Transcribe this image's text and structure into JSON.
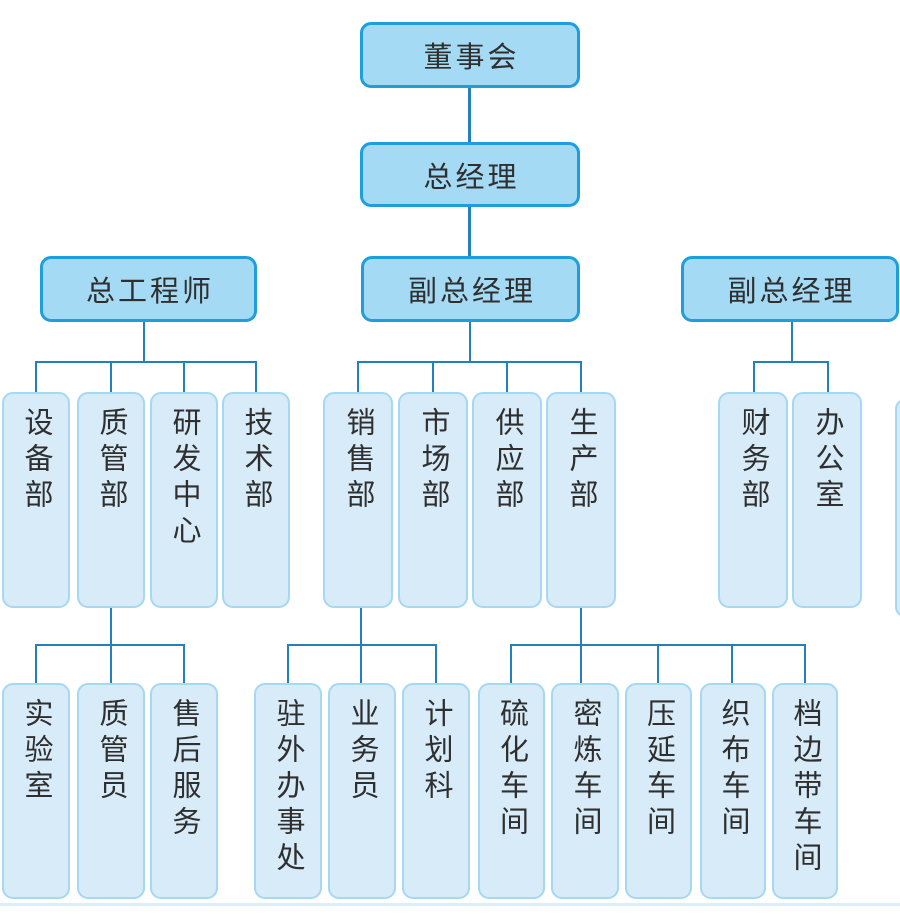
{
  "palette": {
    "node_fill": "#a4daf3",
    "node_border": "#1f9ede",
    "leaf_fill": "#d7ebf8",
    "leaf_border": "#a5d8f1",
    "connector_line": "#2280bd",
    "text_color": "#2f2f2f",
    "background": "#ffffff"
  },
  "org": {
    "board": "董事会",
    "general_manager": "总经理",
    "branches": [
      {
        "head": "总工程师",
        "departments": [
          "设备部",
          "质管部",
          "研发中心",
          "技术部"
        ]
      },
      {
        "head": "副总经理",
        "departments": [
          "销售部",
          "市场部",
          "供应部",
          "生产部"
        ]
      },
      {
        "head": "副总经理",
        "departments": [
          "财务部",
          "办公室"
        ]
      }
    ],
    "sub_branches": [
      {
        "parent": "质管部",
        "children": [
          "实验室",
          "质管员",
          "售后服务"
        ]
      },
      {
        "parent": "销售部",
        "children": [
          "驻外办事处",
          "业务员",
          "计划科"
        ]
      },
      {
        "parent": "生产部",
        "children": [
          "硫化车间",
          "密炼车间",
          "压延车间",
          "织布车间",
          "档边带车间"
        ]
      }
    ]
  }
}
